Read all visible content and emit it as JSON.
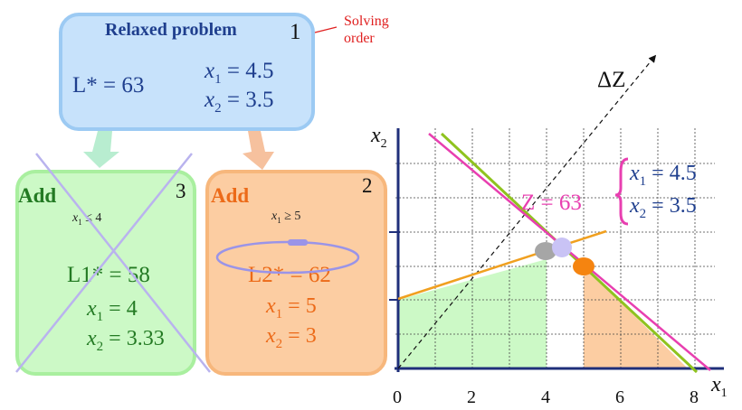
{
  "relaxed": {
    "title": "Relaxed problem",
    "order": "1",
    "objective": "L*  = 63",
    "x1": "= 4.5",
    "x2": "= 3.5"
  },
  "note": {
    "line1": "Solving",
    "line2": "order"
  },
  "left_node": {
    "heading": "Add",
    "order": "3",
    "constraint_rhs": "≤ 4",
    "objective": "L1* = 58",
    "x1": "= 4",
    "x2": "= 3.33"
  },
  "right_node": {
    "heading": "Add",
    "order": "2",
    "constraint_rhs": "≥ 5",
    "objective": "L2* = 62",
    "x1": "= 5",
    "x2": "= 3"
  },
  "plot": {
    "delta_z": "ΔZ",
    "z_label": "Z = 63",
    "x1": "= 4.5",
    "x2": "= 3.5",
    "x_ticks": [
      "0",
      "2",
      "4",
      "6",
      "8"
    ]
  },
  "colors": {
    "navy": "#1f3f8e",
    "green": "#237a23",
    "orange": "#ec6a18",
    "magenta": "#e83fb0",
    "lime": "#8fc31f",
    "constraint": "#f0a020",
    "green_region": "#ccf9c6",
    "orange_region": "#fccda2"
  }
}
